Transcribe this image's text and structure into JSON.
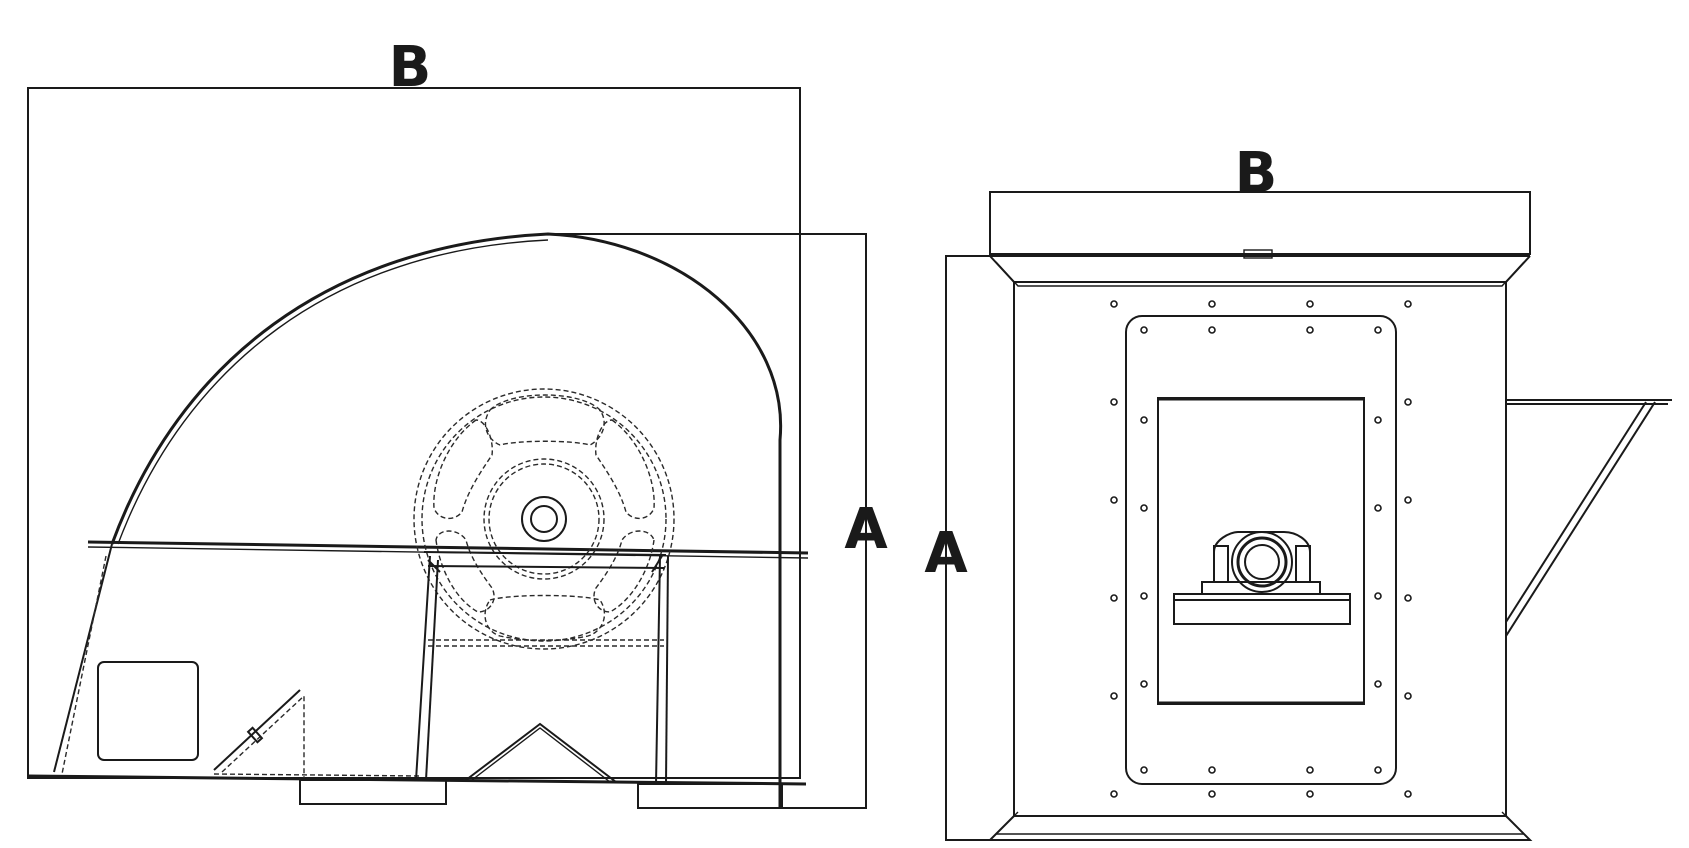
{
  "side_view": {
    "width_label": "B",
    "height_label": "A"
  },
  "front_view": {
    "width_label": "B",
    "height_label": "A"
  },
  "colors": {
    "line": "#1a1a1a",
    "background": "#ffffff"
  }
}
